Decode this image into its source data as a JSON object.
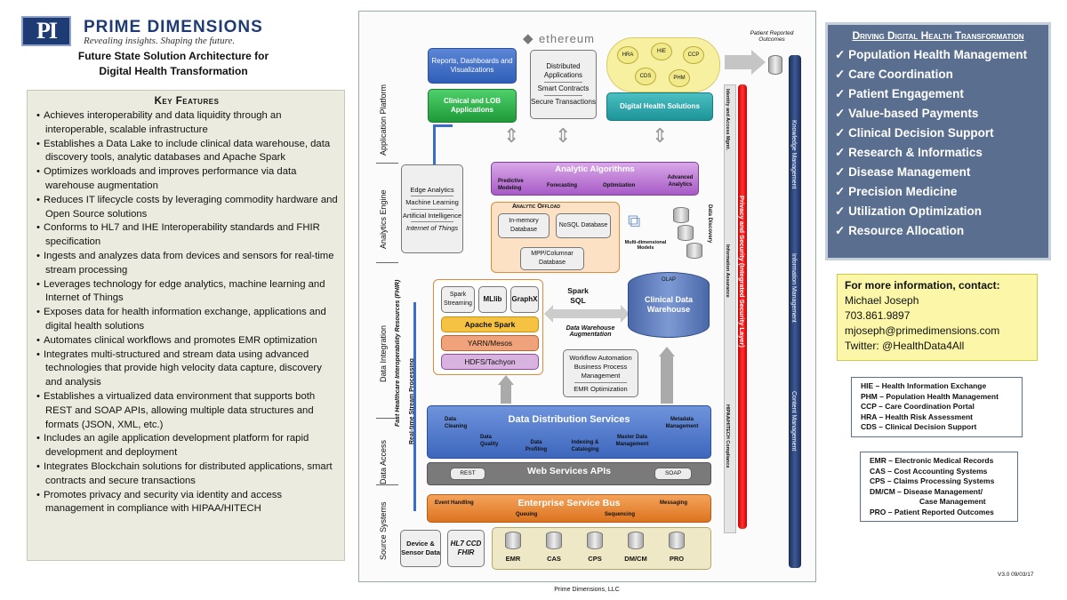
{
  "brand": {
    "name": "PRIME DIMENSIONS",
    "tagline": "Revealing insights. Shaping the future.",
    "logo": "PI",
    "subtitle_line1": "Future State Solution Architecture for",
    "subtitle_line2": "Digital Health Transformation"
  },
  "key_features": {
    "title": "Key Features",
    "items": [
      "Achieves interoperability and data liquidity through an interoperable, scalable infrastructure",
      "Establishes a Data Lake to include clinical data warehouse, data discovery tools, analytic databases and Apache Spark",
      "Optimizes workloads and improves performance via data warehouse augmentation",
      "Reduces IT lifecycle costs by leveraging commodity hardware and Open Source solutions",
      "Conforms to HL7 and IHE Interoperability standards and FHIR specification",
      "Ingests and analyzes data from devices and sensors for real-time stream processing",
      "Leverages technology for edge analytics, machine learning and Internet of Things",
      "Exposes data for health information exchange, applications and digital health solutions",
      "Automates clinical workflows and promotes EMR optimization",
      "Integrates multi-structured and stream data using advanced technologies that provide high velocity data capture, discovery and analysis",
      "Establishes a virtualized data environment that supports both REST and SOAP APIs, allowing multiple data structures and formats (JSON, XML, etc.)",
      "Includes an agile application development platform for rapid development and deployment",
      "Integrates Blockchain solutions for distributed applications, smart contracts and secure transactions",
      "Promotes privacy and security via identity and access management in compliance with HIPAA/HITECH"
    ]
  },
  "diagram": {
    "ethereum": "ethereum",
    "patient_reported": "Patient Reported Outcomes",
    "layers": [
      "Application Platform",
      "Analytics Engine",
      "Data Integration",
      "Data Access",
      "Source Systems"
    ],
    "fhir_label": "Fast Healthcare Interoperability Resources (FHIR)",
    "stream_label": "Real-time Stream Processing",
    "reports": "Reports, Dashboards and Visualizations",
    "clinical_lob": "Clinical and LOB Applications",
    "distributed": [
      "Distributed Applications",
      "Smart Contracts",
      "Secure Transactions"
    ],
    "dhs": "Digital Health Solutions",
    "ovals": [
      "HRA",
      "HIE",
      "CCP",
      "CDS",
      "PHM"
    ],
    "edge": [
      "Edge Analytics",
      "Machine Learning",
      "Artificial Intelligence",
      "Internet of Things"
    ],
    "analytic_algorithms": "Analytic Algorithms",
    "aa_items": [
      "Predictive Modeling",
      "Forecasting",
      "Optimization",
      "Advanced Analytics"
    ],
    "analytic_offload": "Analytic Offload",
    "inmemory": "In-memory Database",
    "nosql": "NoSQL Database",
    "mpp": "MPP/Columnar Database",
    "multidim": "Multi-dimensional Models",
    "data_discovery": "Data Discovery",
    "spark_streaming": "Spark Streaming",
    "mllib": "MLlib",
    "graphx": "GraphX",
    "apache_spark": "Apache Spark",
    "yarn": "YARN/Mesos",
    "hdfs": "HDFS/Tachyon",
    "spark_sql": "Spark SQL",
    "olap": "OLAP",
    "cdw": "Clinical Data Warehouse",
    "dwa": "Data Warehouse Augmentation",
    "workflow": [
      "Workflow Automation",
      "Business Process Management",
      "EMR Optimization"
    ],
    "dds": "Data Distribution Services",
    "dds_items": [
      "Data Cleaning",
      "Data Quality",
      "Data Profiling",
      "Indexing & Cataloging",
      "Master Data Management",
      "Metadata Management"
    ],
    "wsa": "Web Services APIs",
    "rest": "REST",
    "soap": "SOAP",
    "esb": "Enterprise Service Bus",
    "esb_items": [
      "Event Handling",
      "Queuing",
      "Sequencing",
      "Messaging"
    ],
    "device": "Device & Sensor Data",
    "hl7": "HL7 CCD FHIR",
    "sources": [
      "EMR",
      "CAS",
      "CPS",
      "DM/CM",
      "PRO"
    ],
    "identity": "Identity and Access Mgmt.",
    "info_assurance": "Information Assurance",
    "privacy": "Privacy and Security (Integrated Security Layer)",
    "hipaa": "HIPAA/HITECH Compliance",
    "knowledge": "Knowledge Management",
    "info_mgmt": "Information Management",
    "content_mgmt": "Content Management",
    "footer": "Prime Dimensions, LLC"
  },
  "driving": {
    "title": "Driving Digital Health Transformation",
    "items": [
      "Population Health Management",
      "Care Coordination",
      "Patient Engagement",
      "Value-based Payments",
      "Clinical Decision Support",
      "Research & Informatics",
      "Disease Management",
      "Precision Medicine",
      "Utilization Optimization",
      "Resource Allocation"
    ]
  },
  "contact": {
    "title": "For more information, contact:",
    "name": "Michael Joseph",
    "phone": "703.861.9897",
    "email": "mjoseph@primedimensions.com",
    "twitter": "Twitter:  @HealthData4All"
  },
  "abbr1": [
    "HIE – Health Information Exchange",
    "PHM – Population Health Management",
    "CCP – Care Coordination Portal",
    "HRA – Health Risk Assessment",
    "CDS – Clinical Decision Support"
  ],
  "abbr2": [
    "EMR – Electronic Medical Records",
    "CAS – Cost Accounting Systems",
    "CPS – Claims Processing Systems",
    "DM/CM – Disease Management/",
    "Case Management",
    "PRO – Patient Reported  Outcomes"
  ],
  "version": "V3.0  09/03/17"
}
